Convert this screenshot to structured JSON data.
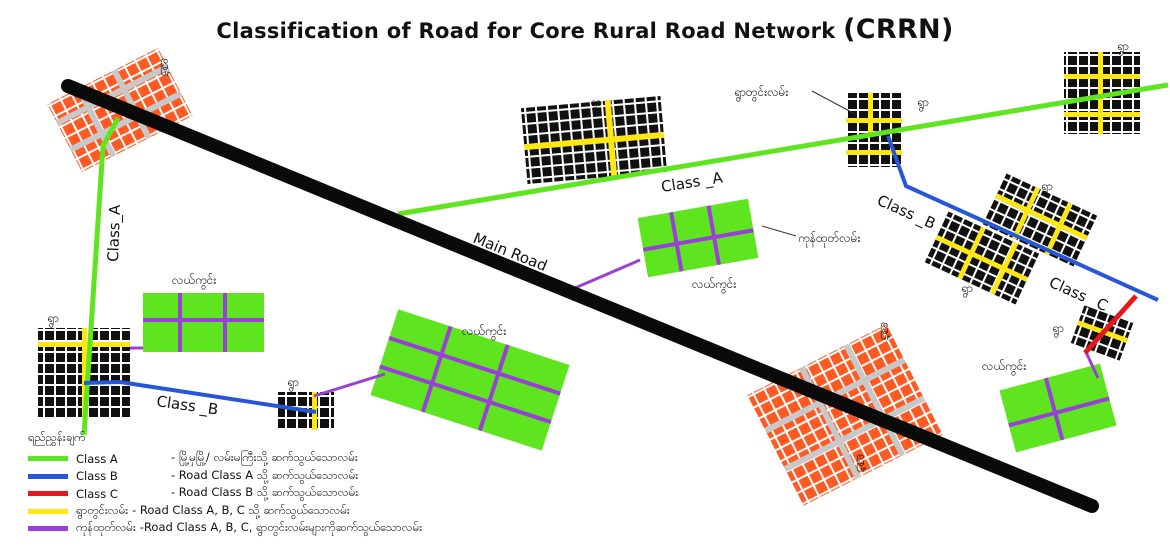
{
  "title_main": "Classification of Road for Core Rural Road Network",
  "title_abbr": "(CRRN)",
  "colors": {
    "class_a": "#5ee51f",
    "class_b": "#2757d8",
    "class_c": "#e8161b",
    "village_road": "#ffe713",
    "farm_road": "#9b3fd9",
    "main_road": "#0a0a0a",
    "farmland": "#5ee51f",
    "town": "#ff5a24",
    "village": "#111111"
  },
  "labels": {
    "class_a_upper": "Class _A",
    "class_a_left": "Class_A",
    "class_b_left": "Class _B",
    "class_b_right": "Class _B",
    "class_c": "Class _C",
    "main_road": "Main Road",
    "town": "မြို့",
    "village": "ရွာ",
    "farmland": "လယ်ကွင်း",
    "village_road": "ရွာတွင်းလမ်း",
    "farm_road": "ကုန်ထုတ်လမ်း"
  },
  "legend": {
    "heading": "ရည်ညွှန်းချက်",
    "items": [
      {
        "key": "class_a",
        "name": "Class A",
        "desc": "- မြို့မှမြို့/ လမ်းမကြီးသို့ ဆက်သွယ်သောလမ်း"
      },
      {
        "key": "class_b",
        "name": "Class B",
        "desc": "- Road Class A  သို့ ဆက်သွယ်သောလမ်း"
      },
      {
        "key": "class_c",
        "name": "Class C",
        "desc": "- Road Class B  သို့ ဆက်သွယ်သောလမ်း"
      },
      {
        "key": "village_road",
        "name": "ရွာတွင်းလမ်း",
        "desc": "- Road Class A, B, C  သို့ ဆက်သွယ်သောလမ်း"
      },
      {
        "key": "farm_road",
        "name": "ကုန်ထုတ်လမ်း",
        "desc": "-Road Class A, B, C, ရွာတွင်းလမ်းများကိုဆက်သွယ်သောလမ်း"
      }
    ]
  }
}
